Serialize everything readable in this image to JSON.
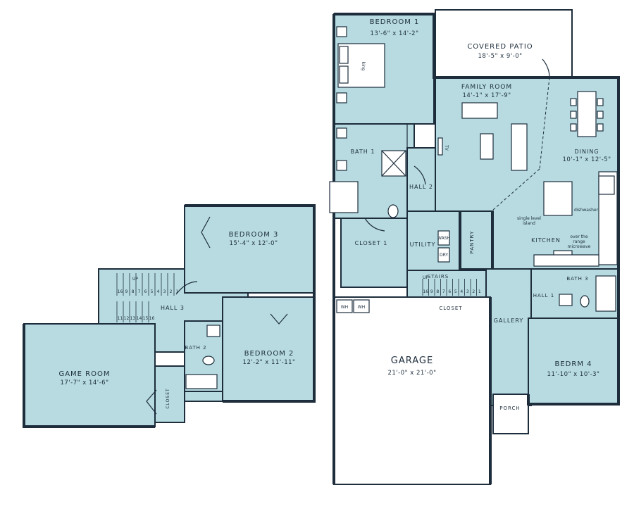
{
  "colors": {
    "floor": "#b7dbe0",
    "wall": "#1d2d3c",
    "exterior": "#ffffff"
  },
  "rooms": {
    "bedroom1": {
      "name": "BEDROOM 1",
      "dims": "13'-6\" x 14'-2\""
    },
    "covered_patio": {
      "name": "COVERED PATIO",
      "dims": "18'-5\" x 9'-0\""
    },
    "family_room": {
      "name": "FAMILY ROOM",
      "dims": "14'-1\" x 17'-9\""
    },
    "dining": {
      "name": "DINING",
      "dims": "10'-1\" x 12'-5\""
    },
    "bath1": {
      "name": "BATH 1"
    },
    "hall2": {
      "name": "HALL 2"
    },
    "closet1": {
      "name": "CLOSET 1"
    },
    "utility": {
      "name": "UTILITY"
    },
    "pantry": {
      "name": "PANTRY"
    },
    "kitchen": {
      "name": "KITCHEN"
    },
    "stairs": {
      "name": "STAIRS"
    },
    "closet_main": {
      "name": "CLOSET"
    },
    "bath3": {
      "name": "BATH 3"
    },
    "hall1": {
      "name": "HALL 1"
    },
    "gallery": {
      "name": "GALLERY"
    },
    "garage": {
      "name": "GARAGE",
      "dims": "21'-0\" x 21'-0\""
    },
    "bedroom4": {
      "name": "BEDRM 4",
      "dims": "11'-10\" x 10'-3\""
    },
    "porch": {
      "name": "PORCH"
    },
    "bedroom3": {
      "name": "BEDROOM 3",
      "dims": "15'-4\" x 12'-0\""
    },
    "hall3": {
      "name": "HALL 3"
    },
    "bath2": {
      "name": "BATH 2"
    },
    "bedroom2": {
      "name": "BEDROOM 2",
      "dims": "12'-2\" x 11'-11\""
    },
    "game_room": {
      "name": "GAME ROOM",
      "dims": "17'-7\" x 14'-6\""
    },
    "closet_upper": {
      "name": "CLOSET"
    }
  },
  "notes": {
    "bed_label": "king",
    "tv": "TV",
    "island": [
      "single level",
      "island"
    ],
    "dishwasher": "dishwasher",
    "microwave": [
      "over the",
      "range",
      "microwave"
    ],
    "washer": "WASH",
    "dryer": "DRY",
    "water_heater": "WH",
    "stair_up": "UP"
  },
  "stairs_upper": {
    "top_row": [
      "16",
      "9",
      "8",
      "7",
      "6",
      "5",
      "4",
      "3",
      "2",
      "1"
    ],
    "bottom_row": [
      "11",
      "12",
      "13",
      "14",
      "15",
      "16"
    ]
  },
  "stairs_main": {
    "row": [
      "16",
      "9",
      "8",
      "7",
      "6",
      "5",
      "4",
      "3",
      "2",
      "1"
    ]
  }
}
